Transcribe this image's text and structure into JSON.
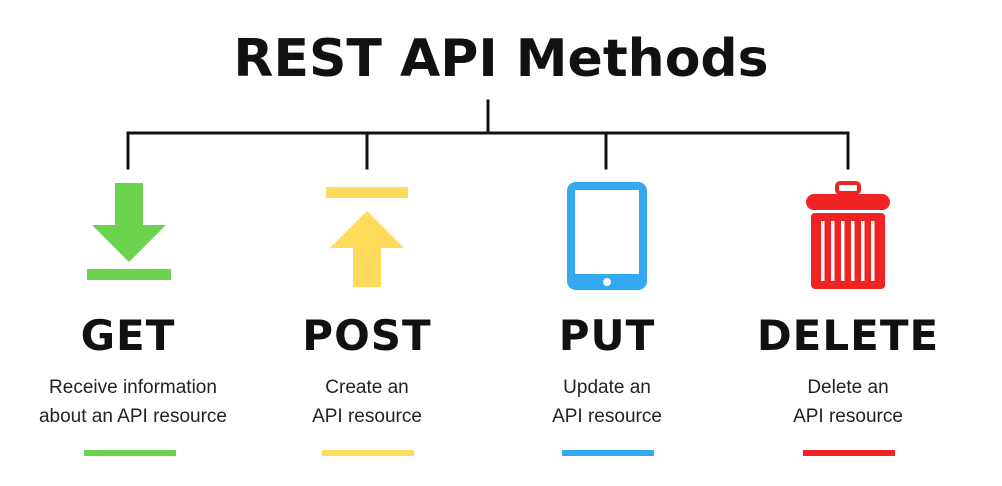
{
  "title": "REST API Methods",
  "methods": [
    {
      "name": "GET",
      "desc_line1": "Receive information",
      "desc_line2": "about an API resource",
      "icon": "download-arrow-icon",
      "color": "#6BD34E"
    },
    {
      "name": "POST",
      "desc_line1": "Create an",
      "desc_line2": "API resource",
      "icon": "upload-arrow-icon",
      "color": "#FFDB5C"
    },
    {
      "name": "PUT",
      "desc_line1": "Update an",
      "desc_line2": "API resource",
      "icon": "tablet-icon",
      "color": "#34A8F0"
    },
    {
      "name": "DELETE",
      "desc_line1": "Delete an",
      "desc_line2": "API resource",
      "icon": "trash-can-icon",
      "color": "#F02323"
    }
  ]
}
